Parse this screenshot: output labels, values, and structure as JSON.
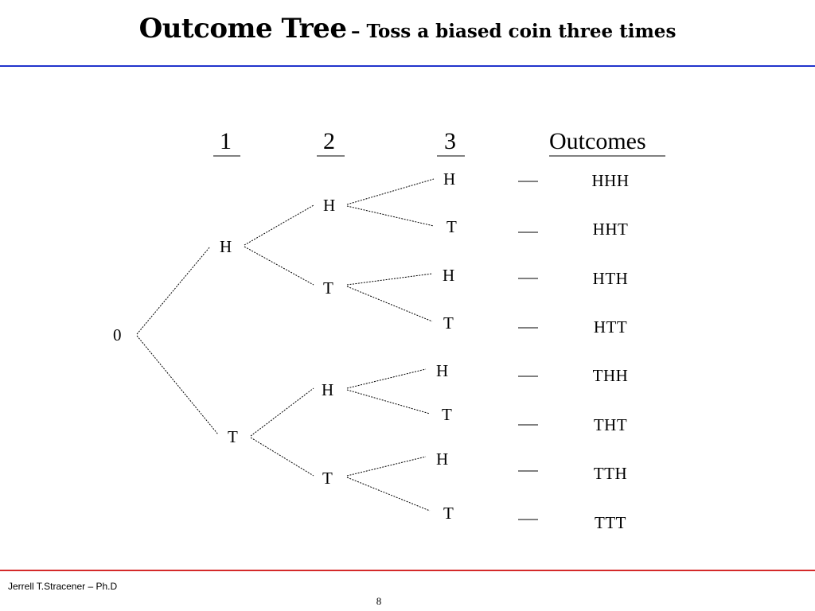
{
  "slide": {
    "title_main": "Outcome Tree",
    "title_sub": "– Toss a biased coin three times",
    "footer_author": "Jerrell T.Stracener – Ph.D",
    "page_number": "8"
  },
  "colors": {
    "top_rule": "#2233cc",
    "bottom_rule": "#d42a2a",
    "text": "#000000"
  },
  "tree": {
    "column_headers": [
      "1",
      "2",
      "3",
      "Outcomes"
    ],
    "root": "0",
    "toss1": [
      "H",
      "T"
    ],
    "toss2": [
      "H",
      "T",
      "H",
      "T"
    ],
    "toss3": [
      "H",
      "T",
      "H",
      "T",
      "H",
      "T",
      "H",
      "T"
    ],
    "outcomes": [
      "HHH",
      "HHT",
      "HTH",
      "HTT",
      "THH",
      "THT",
      "TTH",
      "TTT"
    ]
  }
}
